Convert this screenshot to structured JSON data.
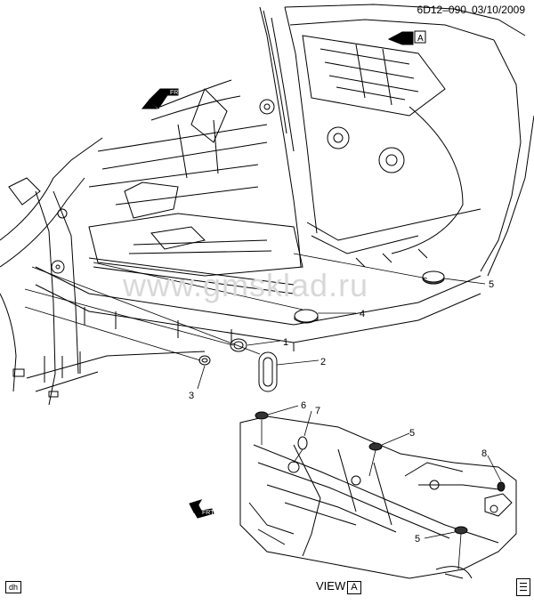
{
  "header": {
    "code": "6D12–090",
    "date": "03/10/2009"
  },
  "watermark": "www.gmsklad.ru",
  "corner_code": "dh",
  "view_label": "VIEW",
  "view_letter": "A",
  "arrow_letter": "A",
  "frt_label": "FRT",
  "callouts": [
    "1",
    "2",
    "3",
    "4",
    "5",
    "5",
    "5",
    "6",
    "7",
    "8"
  ],
  "icons": [
    "front-arrow-icon",
    "view-arrow-icon",
    "plug-icon",
    "manual-icon"
  ]
}
